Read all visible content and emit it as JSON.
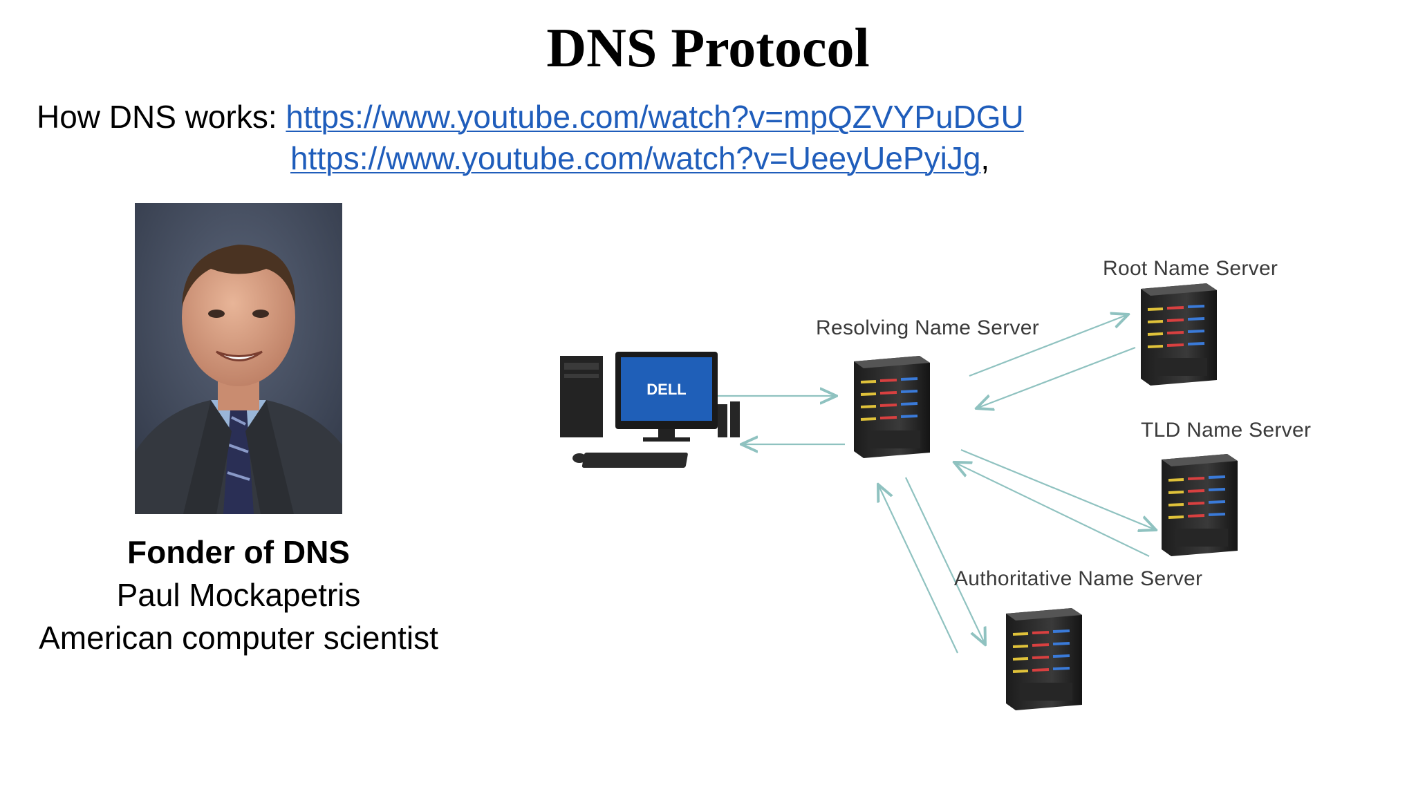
{
  "slide": {
    "title": "DNS Protocol"
  },
  "links": {
    "prefix": "How DNS works: ",
    "url1": "https://www.youtube.com/watch?v=mpQZVYPuDGU",
    "url2": "https://www.youtube.com/watch?v=UeeyUePyiJg",
    "trailing": ","
  },
  "person": {
    "heading": "Fonder of DNS",
    "name": "Paul Mockapetris",
    "role": "American computer scientist"
  },
  "diagram": {
    "labels": {
      "root": "Root Name Server",
      "resolving": "Resolving Name Server",
      "tld": "TLD Name Server",
      "authoritative": "Authoritative Name Server",
      "monitor_brand": "DELL"
    },
    "colors": {
      "arrow": "#8fc2c0",
      "link": "#1f5dbb"
    }
  }
}
